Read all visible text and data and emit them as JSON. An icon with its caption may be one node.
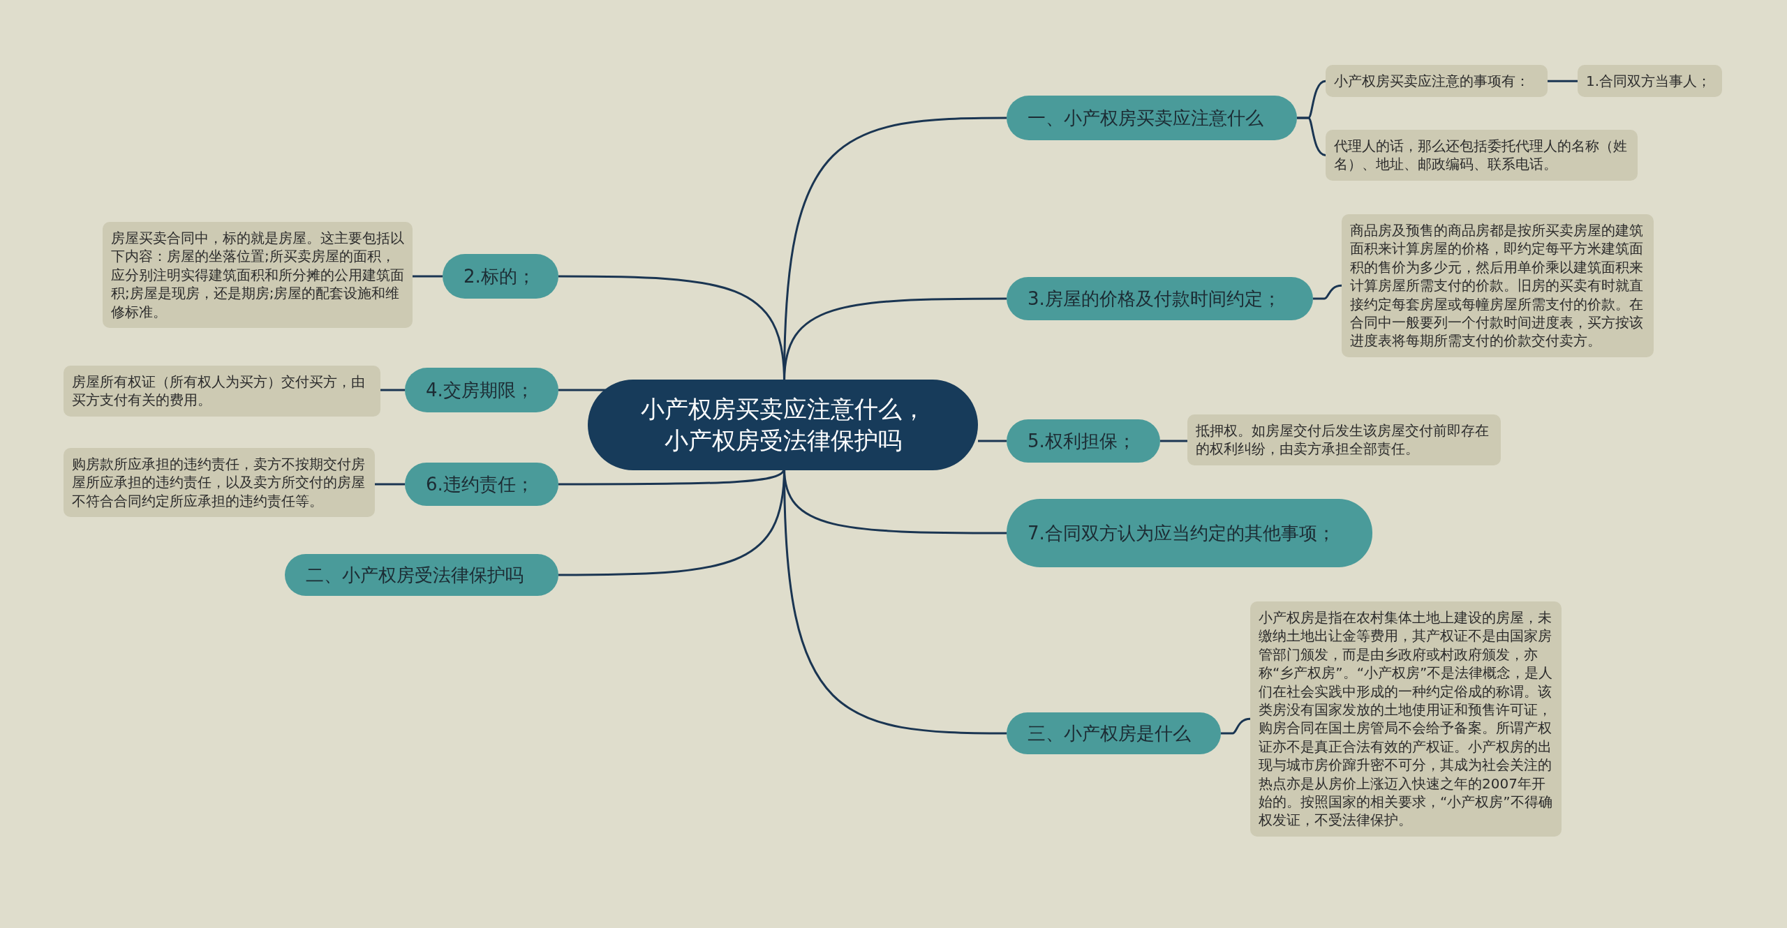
{
  "diagram": {
    "nodes": [
      {
        "text": [
          "小产权房买卖应注意什么，小产权房受法律保护吗"
        ]
      },
      {
        "text": [
          "一、小产权房买卖应注意什么"
        ]
      },
      {
        "text": [
          "小产权房买卖应注意的事项有："
        ]
      },
      {
        "text": [
          "1.合同双方当事人；"
        ]
      },
      {
        "text": [
          "代理人的话，那么还包括委托代理人的名称（姓名）、地址、邮政编码、联系电话。"
        ]
      },
      {
        "text": [
          "3.房屋的价格及付款时间约定；"
        ]
      },
      {
        "text": [
          "商品房及预售的商品房都是按所买卖房屋的建筑面积来计算房屋的价格，即约定每平方米建筑面积的售价为多少元，然后用单价乘以建筑面积来计算房屋所需支付的价款。旧房的买卖有时就直接约定每套房屋或每幢房屋所需支付的价款。在合同中一般要列一个付款时间进度表，买方按该进度表将每期所需支付的价款交付卖方。"
        ]
      },
      {
        "text": [
          "2.标的；"
        ]
      },
      {
        "text": [
          "房屋买卖合同中，标的就是房屋。这主要包括以下内容：房屋的坐落位置;所买卖房屋的面积，应分别注明实得建筑面积和所分摊的公用建筑面积;房屋是现房，还是期房;房屋的配套设施和维修标准。"
        ]
      },
      {
        "text": [
          "4.交房期限；"
        ]
      },
      {
        "text": [
          "房屋所有权证（所有权人为买方）交付买方，由买方支付有关的费用。"
        ]
      },
      {
        "text": [
          "5.权利担保；"
        ]
      },
      {
        "text": [
          "抵押权。如房屋交付后发生该房屋交付前即存在的权利纠纷，由卖方承担全部责任。"
        ]
      },
      {
        "text": [
          "6.违约责任；"
        ]
      },
      {
        "text": [
          "购房款所应承担的违约责任，卖方不按期交付房屋所应承担的违约责任，以及卖方所交付的房屋不符合合同约定所应承担的违约责任等。"
        ]
      },
      {
        "text": [
          "7.合同双方认为应当约定的其他事项；"
        ]
      },
      {
        "text": [
          "二、小产权房受法律保护吗"
        ]
      },
      {
        "text": [
          "三、小产权房是什么"
        ]
      },
      {
        "text": [
          "小产权房是指在农村集体土地上建设的房屋，未缴纳土地出让金等费用，其产权证不是由国家房管部门颁发，而是由乡政府或村政府颁发，亦称“乡产权房”。“小产权房”不是法律概念，是人们在社会实践中形成的一种约定俗成的称谓。该类房没有国家发放的土地使用证和预售许可证，购房合同在国土房管局不会给予备案。所谓产权证亦不是真正合法有效的产权证。小产权房的出现与城市房价蹿升密不可分，其成为社会关注的热点亦是从房价上涨迈入快速之年的2007年开始的。按照国家的相关要求，“小产权房”不得确权发证，不受法律保护。"
        ]
      }
    ],
    "edges": [
      {
        "from": 0,
        "to": 1,
        "arrow": "none"
      },
      {
        "from": 1,
        "to": 2,
        "arrow": "none"
      },
      {
        "from": 2,
        "to": 3,
        "arrow": "none"
      },
      {
        "from": 1,
        "to": 4,
        "arrow": "none"
      },
      {
        "from": 0,
        "to": 5,
        "arrow": "none"
      },
      {
        "from": 5,
        "to": 6,
        "arrow": "none"
      },
      {
        "from": 0,
        "to": 7,
        "arrow": "none"
      },
      {
        "from": 7,
        "to": 8,
        "arrow": "none"
      },
      {
        "from": 0,
        "to": 9,
        "arrow": "none"
      },
      {
        "from": 9,
        "to": 10,
        "arrow": "none"
      },
      {
        "from": 0,
        "to": 11,
        "arrow": "none"
      },
      {
        "from": 11,
        "to": 12,
        "arrow": "none"
      },
      {
        "from": 0,
        "to": 13,
        "arrow": "none"
      },
      {
        "from": 13,
        "to": 14,
        "arrow": "none"
      },
      {
        "from": 0,
        "to": 15,
        "arrow": "none"
      },
      {
        "from": 0,
        "to": 16,
        "arrow": "none"
      },
      {
        "from": 0,
        "to": 17,
        "arrow": "none"
      },
      {
        "from": 17,
        "to": 18,
        "arrow": "none"
      }
    ]
  }
}
